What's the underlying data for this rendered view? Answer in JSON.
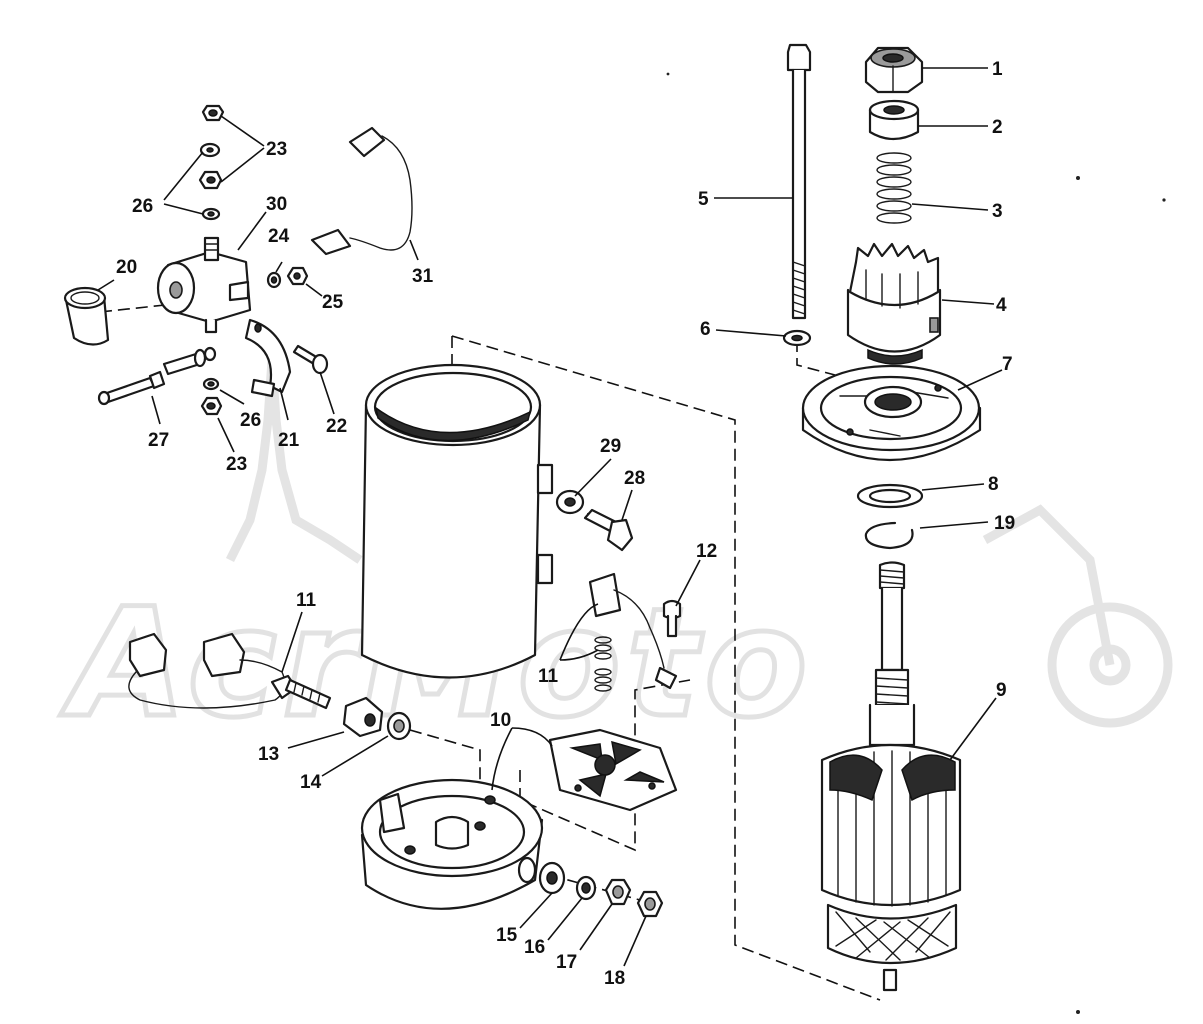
{
  "watermark": {
    "text": "AcrMoto"
  },
  "callouts": [
    {
      "id": "1",
      "label": "1"
    },
    {
      "id": "2",
      "label": "2"
    },
    {
      "id": "3",
      "label": "3"
    },
    {
      "id": "4",
      "label": "4"
    },
    {
      "id": "5",
      "label": "5"
    },
    {
      "id": "6",
      "label": "6"
    },
    {
      "id": "7",
      "label": "7"
    },
    {
      "id": "8",
      "label": "8"
    },
    {
      "id": "9",
      "label": "9"
    },
    {
      "id": "10",
      "label": "10"
    },
    {
      "id": "11a",
      "label": "11"
    },
    {
      "id": "11b",
      "label": "11"
    },
    {
      "id": "12",
      "label": "12"
    },
    {
      "id": "13",
      "label": "13"
    },
    {
      "id": "14",
      "label": "14"
    },
    {
      "id": "15",
      "label": "15"
    },
    {
      "id": "16",
      "label": "16"
    },
    {
      "id": "17",
      "label": "17"
    },
    {
      "id": "18",
      "label": "18"
    },
    {
      "id": "19",
      "label": "19"
    },
    {
      "id": "20",
      "label": "20"
    },
    {
      "id": "21",
      "label": "21"
    },
    {
      "id": "22",
      "label": "22"
    },
    {
      "id": "23a",
      "label": "23"
    },
    {
      "id": "23b",
      "label": "23"
    },
    {
      "id": "24",
      "label": "24"
    },
    {
      "id": "25",
      "label": "25"
    },
    {
      "id": "26a",
      "label": "26"
    },
    {
      "id": "26b",
      "label": "26"
    },
    {
      "id": "27",
      "label": "27"
    },
    {
      "id": "28",
      "label": "28"
    },
    {
      "id": "29",
      "label": "29"
    },
    {
      "id": "30",
      "label": "30"
    },
    {
      "id": "31",
      "label": "31"
    }
  ]
}
